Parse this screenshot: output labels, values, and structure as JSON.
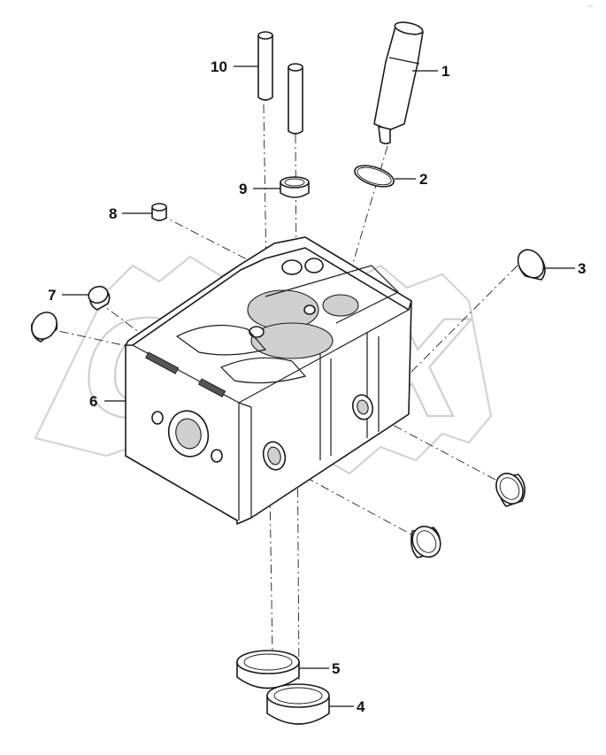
{
  "diagram": {
    "corner_mark": "⌐",
    "watermark_text": "OPEX",
    "callouts": [
      {
        "id": "1",
        "label": "1"
      },
      {
        "id": "2",
        "label": "2"
      },
      {
        "id": "3",
        "label": "3"
      },
      {
        "id": "4",
        "label": "4"
      },
      {
        "id": "5",
        "label": "5"
      },
      {
        "id": "6",
        "label": "6"
      },
      {
        "id": "7",
        "label": "7"
      },
      {
        "id": "8",
        "label": "8"
      },
      {
        "id": "9",
        "label": "9"
      },
      {
        "id": "10",
        "label": "10"
      }
    ]
  }
}
